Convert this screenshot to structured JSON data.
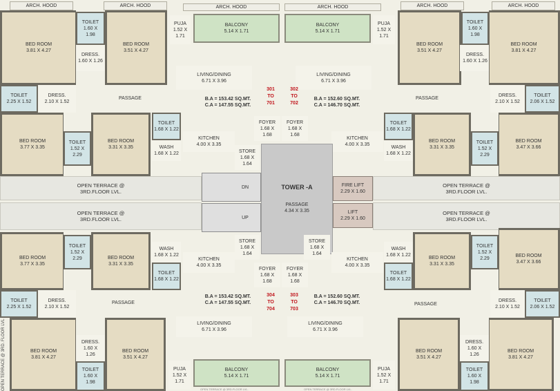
{
  "labels": {
    "arch_hood": "ARCH. HOOD",
    "passage": "PASSAGE",
    "living": "LIVING/DINING",
    "kitchen": "KITCHEN",
    "bed": "BED ROOM",
    "toilet": "TOILET",
    "dress": "DRESS.",
    "balcony": "BALCONY",
    "puja": "PUJA",
    "store": "STORE",
    "foyer": "FOYER",
    "wash": "WASH",
    "terrace": "OPEN TERRACE @",
    "terrace_lvl": "3RD.FLOOR LVL.",
    "terrace_vertical": "OPEN TERRACE @ 3RD. FLOOR LVL",
    "tower": "TOWER -A",
    "fire_lift": "FIRE LIFT",
    "lift": "LIFT",
    "dn": "DN",
    "up": "UP",
    "to": "TO",
    "tiny_terrace": "OPEN TERRACE @ 3RD.FLOOR LVL."
  },
  "dims": {
    "bed_381x427": "3.81 X 4.27",
    "bed_351x427": "3.51 X 4.27",
    "bed_377x335": "3.77 X 3.35",
    "bed_331x335": "3.31 X 3.35",
    "bed_347x366": "3.47 X 3.66",
    "toilet_160_198": [
      "1.60 X",
      "1.98"
    ],
    "toilet_225x152": "2.25 X 1.52",
    "toilet_206x152": "2.06 X 1.52",
    "toilet_152_229": [
      "1.52 X",
      "2.29"
    ],
    "toilet_168x122": [
      "1.68 X 1.22"
    ],
    "dress_160x126": "1.60 X 1.26",
    "dress_160_126": [
      "1.60 X",
      "1.26"
    ],
    "dress_210x152": "2.10 X 1.52",
    "balcony": "5.14 X 1.71",
    "puja": [
      "1.52 X",
      "1.71"
    ],
    "living": "6.71 X 3.96",
    "kitchen": "4.00 X 3.35",
    "store": [
      "1.68 X",
      "1.64"
    ],
    "foyer": [
      "1.68 X",
      "1.68"
    ],
    "wash": "1.68 X 1.22",
    "passage_core": "4.34 X 3.35",
    "fire_lift": "2.29 X 1.60",
    "lift": "2.29 X 1.60"
  },
  "flats": {
    "nw": {
      "from": "301",
      "to": "701",
      "ba": "B.A = 153.42 SQ.MT.",
      "ca": "C.A = 147.55 SQ.MT."
    },
    "ne": {
      "from": "302",
      "to": "702",
      "ba": "B.A = 152.60 SQ.MT.",
      "ca": "C.A = 146.70 SQ.MT."
    },
    "sw": {
      "from": "304",
      "to": "704",
      "ba": "B.A = 153.42 SQ.MT.",
      "ca": "C.A = 147.55 SQ.MT."
    },
    "se": {
      "from": "303",
      "to": "703",
      "ba": "B.A = 152.60 SQ.MT.",
      "ca": "C.A = 146.70 SQ.MT."
    }
  },
  "colors": {
    "bedroom": "#e5dcc3",
    "toilet": "#d2e4e6",
    "balcony": "#cfe3c5",
    "walls": "#6d6a60",
    "flat_number": "#c0141b",
    "core": "#c9c9c9"
  }
}
